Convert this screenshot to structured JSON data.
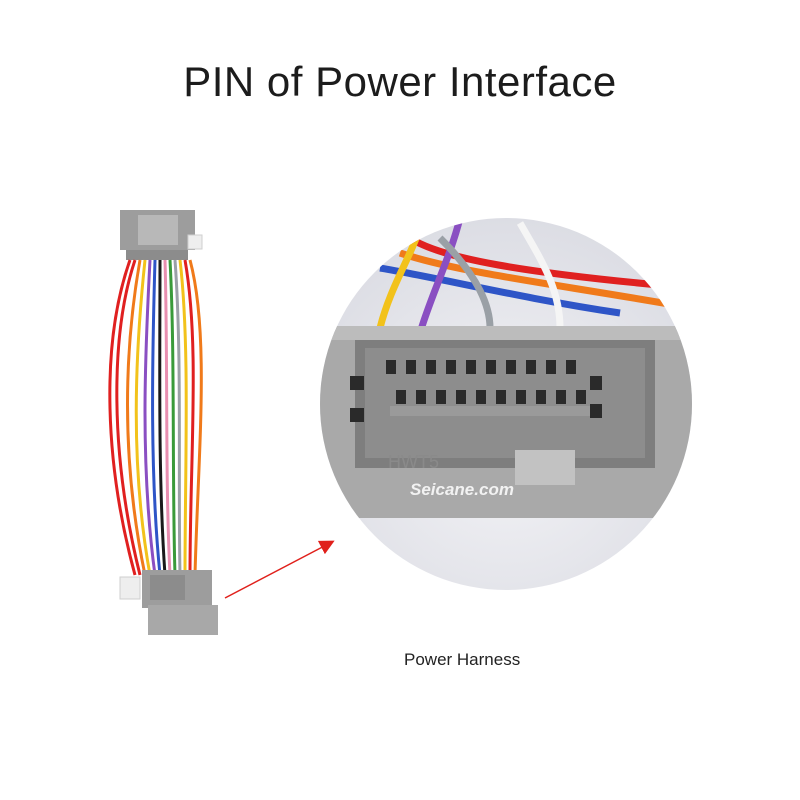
{
  "title": "PIN of Power Interface",
  "caption": "Power Harness",
  "connector_marking": "HWT5",
  "watermark": "Seicane.com",
  "colors": {
    "background": "#ffffff",
    "connector_gray": "#a3a3a3",
    "arrow": "#e0201b",
    "wire_colors": [
      "#e02020",
      "#f07a1a",
      "#f2c21b",
      "#8a4fc2",
      "#2e55c7",
      "#1a1a1a",
      "#e88fb0",
      "#3a9a3a",
      "#9aa0a6",
      "#f5f5f5"
    ]
  }
}
